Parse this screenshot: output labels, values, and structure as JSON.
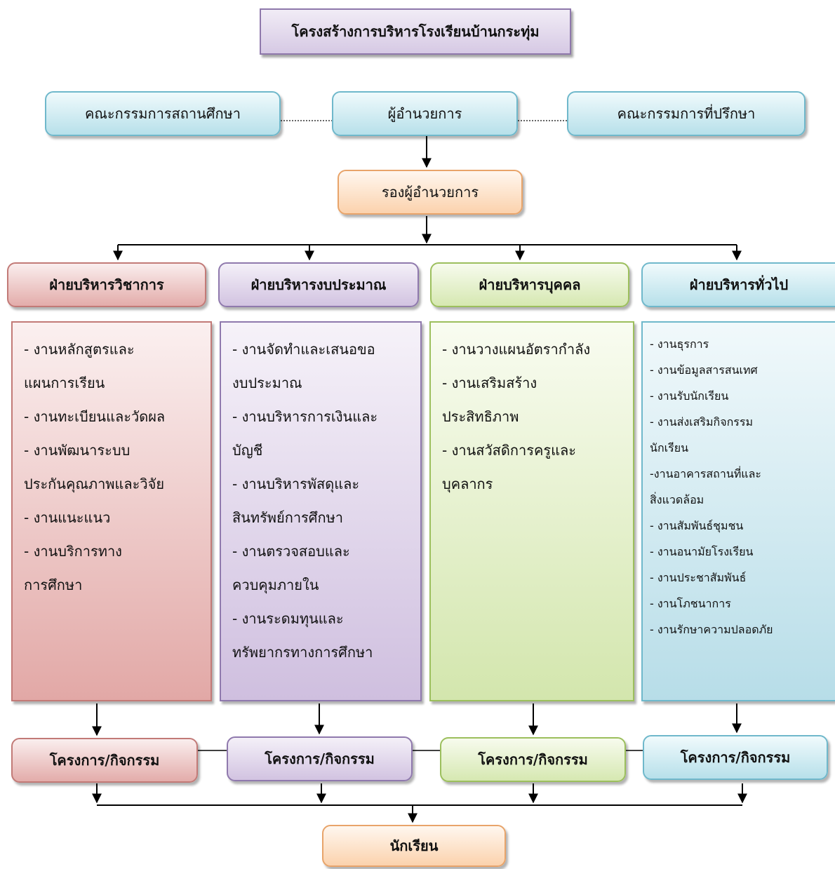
{
  "title": "โครงสร้างการบริหารโรงเรียนบ้านกระทุ่ม",
  "board_education": "คณะกรรมการสถานศึกษา",
  "director": "ผู้อำนวยการ",
  "board_advisory": "คณะกรรมการที่ปรึกษา",
  "deputy_director": "รองผู้อำนวยการ",
  "departments": [
    {
      "name": "ฝ่ายบริหารวิชาการ",
      "tasks": [
        "- งานหลักสูตรและ\nแผนการเรียน",
        "- งานทะเบียนและวัดผล",
        "- งานพัฒนาระบบ\nประกันคุณภาพและวิจัย",
        "- งานแนะแนว",
        "- งานบริการทาง\nการศึกษา"
      ],
      "project": "โครงการ/กิจกรรม",
      "color": "#e3acaa"
    },
    {
      "name": "ฝ่ายบริหารงบประมาณ",
      "tasks": [
        "- งานจัดทำและเสนอขอ\nงบประมาณ",
        "- งานบริหารการเงินและ\nบัญชี",
        "- งานบริหารพัสดุและ\nสินทรัพย์การศึกษา",
        "- งานตรวจสอบและ\nควบคุมภายใน",
        "- งานระดมทุนและ\nทรัพยากรทางการศึกษา"
      ],
      "project": "โครงการ/กิจกรรม",
      "color": "#d2c3e1"
    },
    {
      "name": "ฝ่ายบริหารบุคคล",
      "tasks": [
        "- งานวางแผนอัตรากำลัง",
        "- งานเสริมสร้าง\nประสิทธิภาพ",
        "- งานสวัสดิการครูและ\nบุคลากร"
      ],
      "project": "โครงการ/กิจกรรม",
      "color": "#d6e8b1"
    },
    {
      "name": "ฝ่ายบริหารทั่วไป",
      "tasks": [
        "- งานธุรการ",
        "- งานข้อมูลสารสนเทศ",
        "- งานรับนักเรียน",
        "- งานส่งเสริมกิจกรรม\nนักเรียน",
        "-งานอาคารสถานที่และ\nสิ่งแวดล้อม",
        "- งานสัมพันธ์ชุมชน",
        "- งานอนามัยโรงเรียน",
        "- งานประชาสัมพันธ์",
        "- งานโภชนาการ",
        "- งานรักษาความปลอดภัย"
      ],
      "project": "โครงการ/กิจกรรม",
      "color": "#b7e0ea"
    }
  ],
  "students": "นักเรียน"
}
